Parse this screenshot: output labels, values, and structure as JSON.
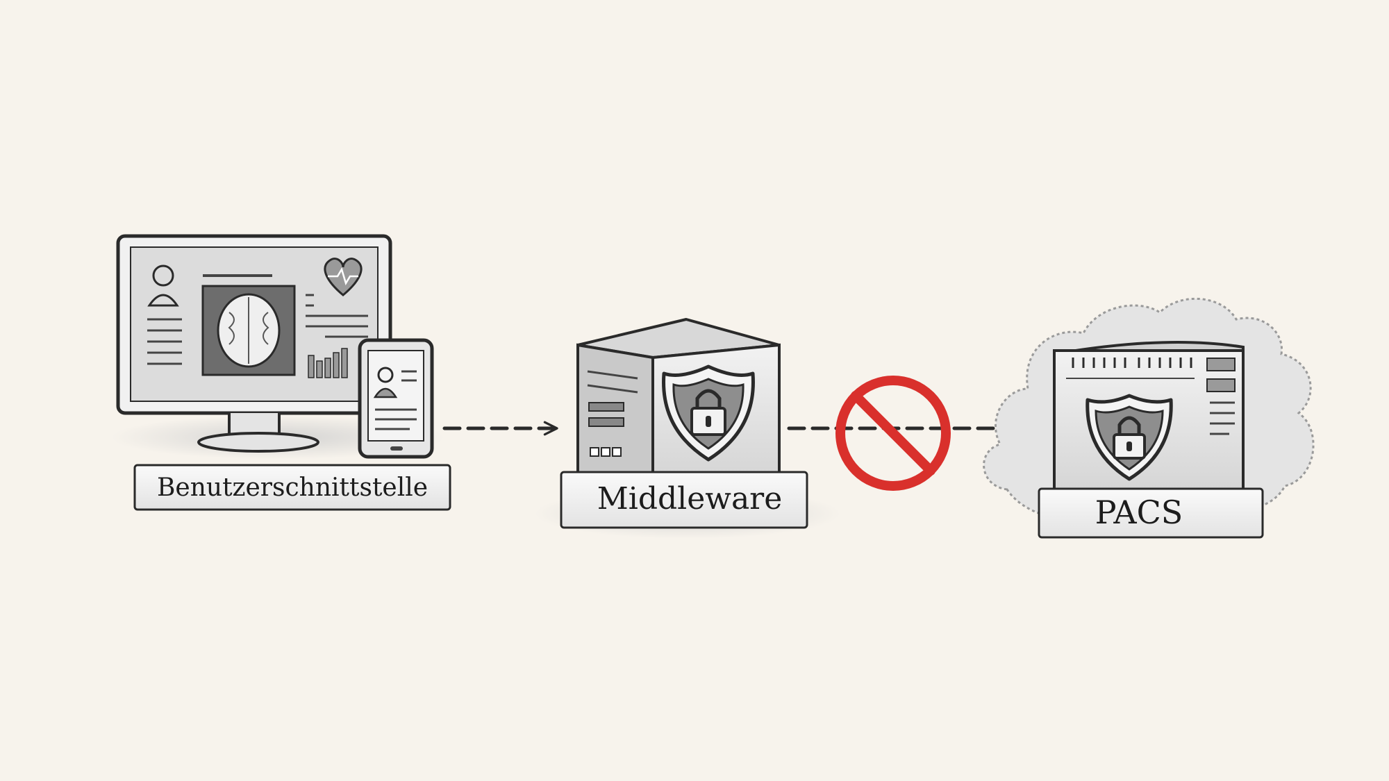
{
  "diagram": {
    "nodes": {
      "ui": {
        "label": "Benutzerschnittstelle",
        "icon": "monitor-and-phone-icon"
      },
      "middleware": {
        "label": "Middleware",
        "icon": "server-with-shield-lock-icon"
      },
      "pacs": {
        "label": "PACS",
        "icon": "cloud-server-with-shield-lock-icon"
      }
    },
    "edges": [
      {
        "from": "ui",
        "to": "middleware",
        "style": "dashed-arrow",
        "blocked": false
      },
      {
        "from": "middleware",
        "to": "pacs",
        "style": "dashed-arrow",
        "blocked": true,
        "block_icon": "prohibited-icon"
      }
    ],
    "colors": {
      "background": "#f7f3ec",
      "stroke": "#2a2a2a",
      "block_red": "#d9302c",
      "panel_fill": "#e9e9e9"
    }
  }
}
